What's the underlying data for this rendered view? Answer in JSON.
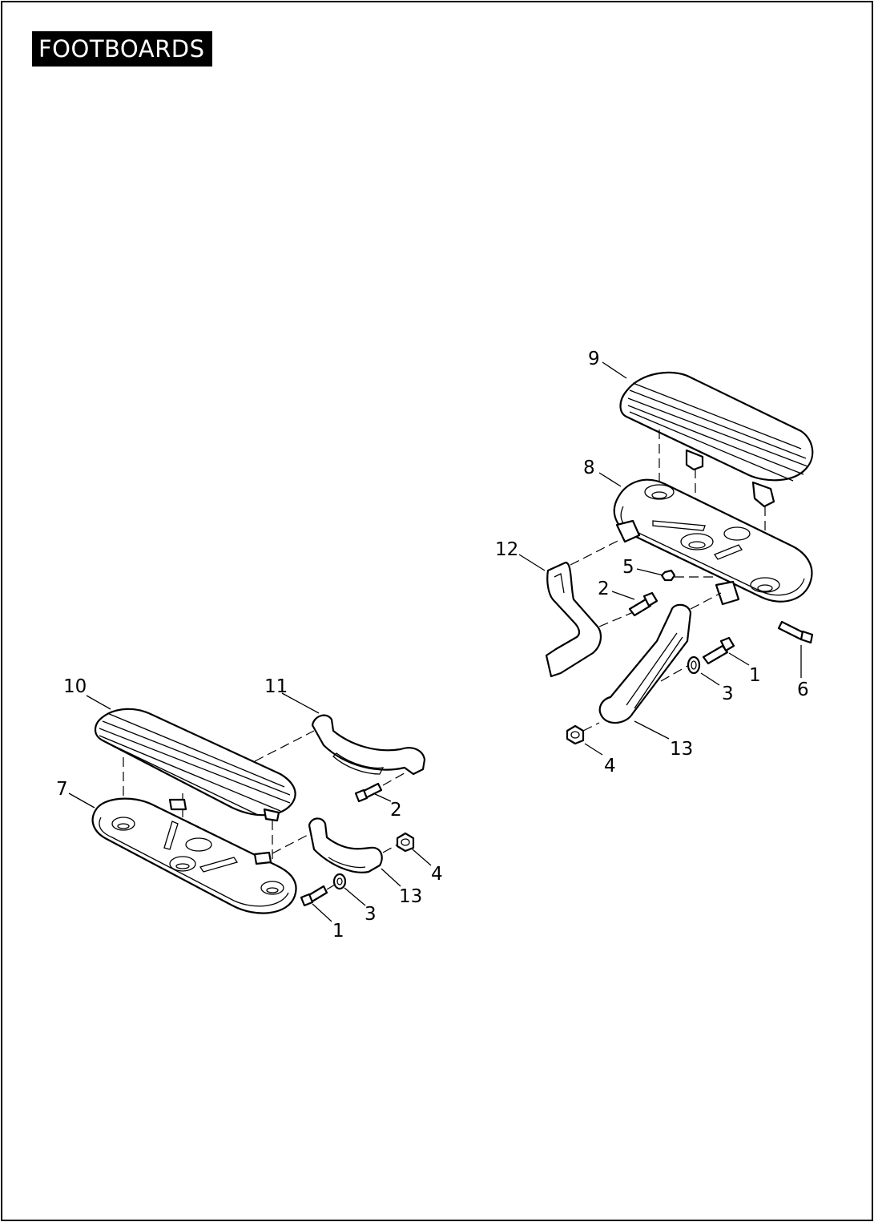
{
  "page": {
    "title": "FOOTBOARDS"
  },
  "callouts": {
    "c1_left": "1",
    "c2_left": "2",
    "c3_left": "3",
    "c4_left": "4",
    "c7": "7",
    "c10": "10",
    "c11": "11",
    "c13_left": "13",
    "c1_right": "1",
    "c2_right": "2",
    "c3_right": "3",
    "c4_right": "4",
    "c5": "5",
    "c6": "6",
    "c8": "8",
    "c9": "9",
    "c12": "12",
    "c13_right": "13"
  }
}
